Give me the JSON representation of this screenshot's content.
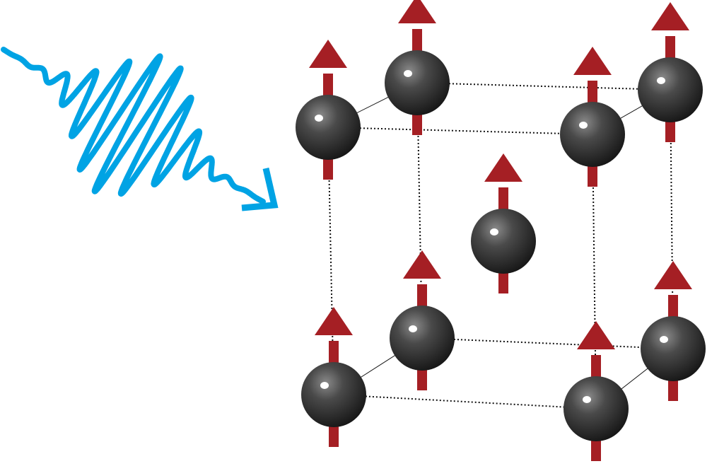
{
  "diagram": {
    "colors": {
      "background": "#ffffff",
      "laser_pulse": "#00a3e4",
      "spin_arrow": "#a51f24",
      "atom": "#3a3a3a",
      "lattice_line": "#111111"
    },
    "pulse": {
      "icon": "laser-pulse-icon",
      "direction": "down-right"
    },
    "lattice": {
      "type": "body-centered-cubic",
      "atom_count": 9,
      "spin_direction": "up",
      "edge_style": "dotted"
    }
  }
}
